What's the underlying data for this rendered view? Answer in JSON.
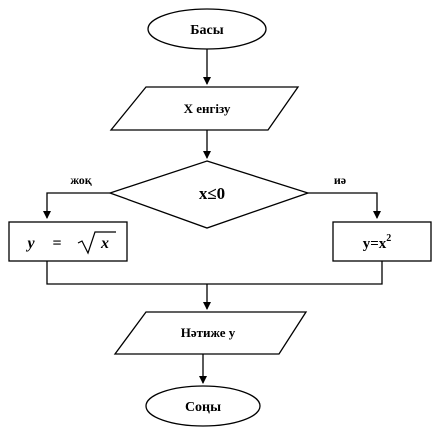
{
  "flowchart": {
    "start": "Басы",
    "input": "X енгізу",
    "condition": "x≤0",
    "branch_left": "жоқ",
    "branch_right": "иә",
    "left_process": {
      "lhs": "y",
      "eq": "=",
      "sqrt_arg": "x"
    },
    "right_process": {
      "base": "y=x",
      "exponent": "2"
    },
    "output": "Нәтиже y",
    "end": "Соңы"
  }
}
